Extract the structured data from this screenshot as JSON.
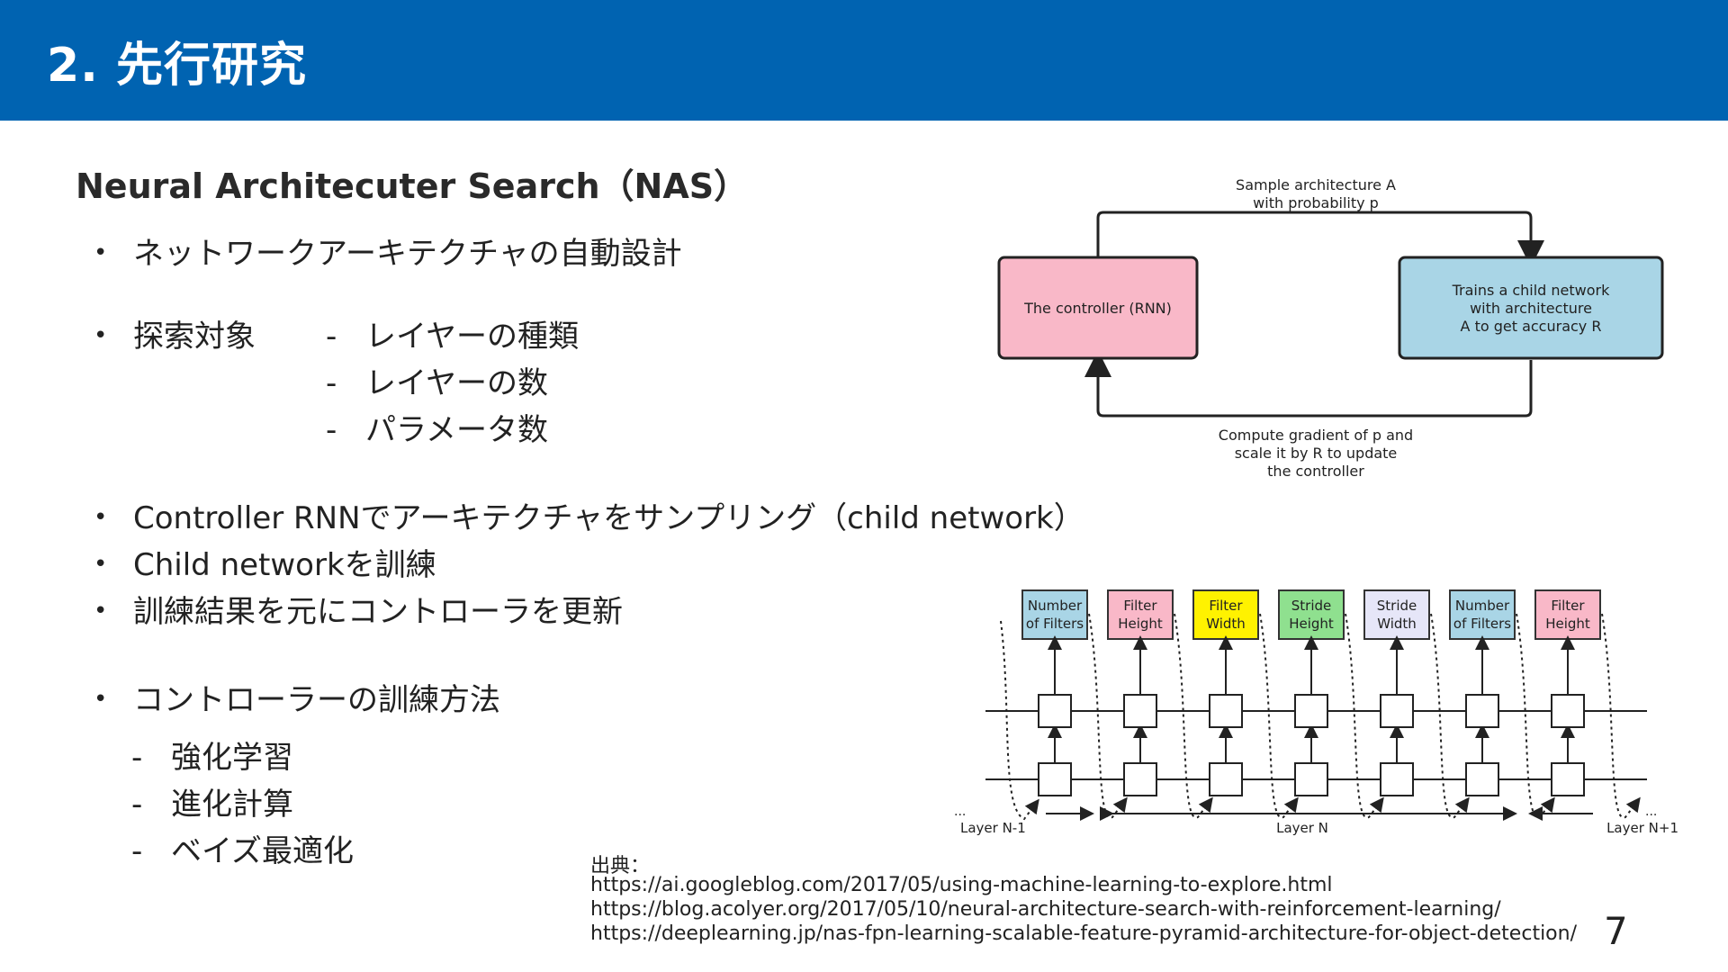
{
  "header": {
    "title": "2. 先行研究"
  },
  "subtitle": "Neural Architecuter Search（NAS）",
  "bullets": {
    "b1": "ネットワークアーキテクチャの自動設計",
    "b2": "探索対象",
    "b2_items": [
      "レイヤーの種類",
      "レイヤーの数",
      "パラメータ数"
    ],
    "b3": "Controller RNNでアーキテクチャをサンプリング（child network）",
    "b4": "Child networkを訓練",
    "b5": "訓練結果を元にコントローラを更新",
    "b6": "コントローラーの訓練方法",
    "b6_items": [
      "強化学習",
      "進化計算",
      "ベイズ最適化"
    ]
  },
  "bullet_glyph": "•",
  "dash_glyph": "-",
  "diagram1": {
    "controller": "The controller (RNN)",
    "child_line1": "Trains a child network",
    "child_line2": "with architecture",
    "child_line3": "A to get accuracy R",
    "top_line1": "Sample architecture A",
    "top_line2": "with probability p",
    "bottom_line1": "Compute gradient of p and",
    "bottom_line2": "scale it by R to update",
    "bottom_line3": "the controller",
    "controller_color": "#f9b8c8",
    "child_color": "#a9d5e6"
  },
  "diagram2": {
    "boxes": [
      {
        "line1": "Number",
        "line2": "of Filters",
        "color": "#a9d5e6"
      },
      {
        "line1": "Filter",
        "line2": "Height",
        "color": "#f9b8c8"
      },
      {
        "line1": "Filter",
        "line2": "Width",
        "color": "#fff200"
      },
      {
        "line1": "Stride",
        "line2": "Height",
        "color": "#8fe08f"
      },
      {
        "line1": "Stride",
        "line2": "Width",
        "color": "#e6e6f8"
      },
      {
        "line1": "Number",
        "line2": "of Filters",
        "color": "#a9d5e6"
      },
      {
        "line1": "Filter",
        "line2": "Height",
        "color": "#f9b8c8"
      }
    ],
    "layer_prev": "Layer N-1",
    "layer_cur": "Layer N",
    "layer_next": "Layer N+1",
    "ellipsis": "..."
  },
  "sources": {
    "label": "出典：",
    "urls": [
      "https://ai.googleblog.com/2017/05/using-machine-learning-to-explore.html",
      "https://blog.acolyer.org/2017/05/10/neural-architecture-search-with-reinforcement-learning/",
      "https://deeplearning.jp/nas-fpn-learning-scalable-feature-pyramid-architecture-for-object-detection/"
    ]
  },
  "page_number": "7"
}
